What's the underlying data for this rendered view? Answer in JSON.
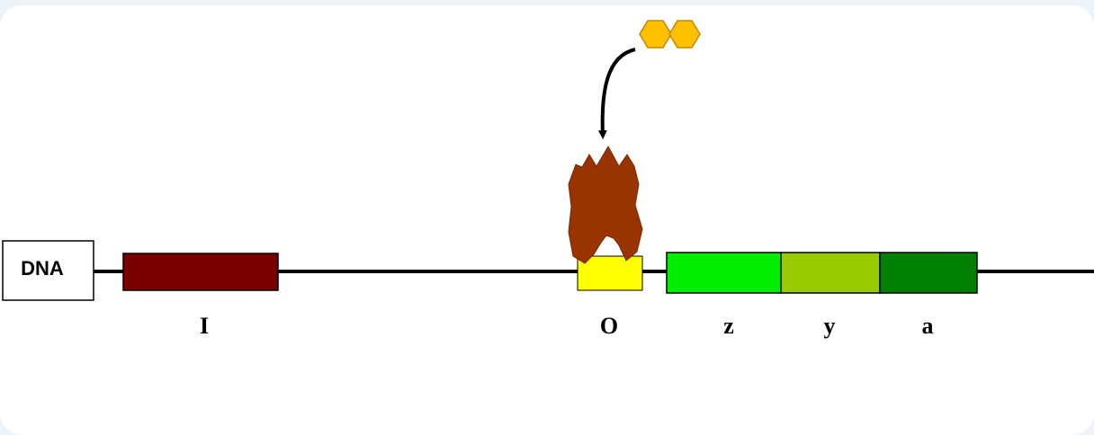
{
  "dna_label": "DNA",
  "genes": {
    "I": "I",
    "O": "O",
    "z": "z",
    "y": "y",
    "a": "a"
  },
  "colors": {
    "dna_line": "#000000",
    "gene_I": "#7a0000",
    "operator_O": "#ffff00",
    "gene_z": "#00ee00",
    "gene_y": "#99cc00",
    "gene_a": "#008000",
    "repressor": "#993300",
    "inducer": "#ffc000",
    "background": "#eef3f8"
  },
  "icons": {
    "repressor": "repressor-protein-icon",
    "inducer": "inducer-molecule-icon",
    "arrow": "curved-arrow-icon"
  }
}
